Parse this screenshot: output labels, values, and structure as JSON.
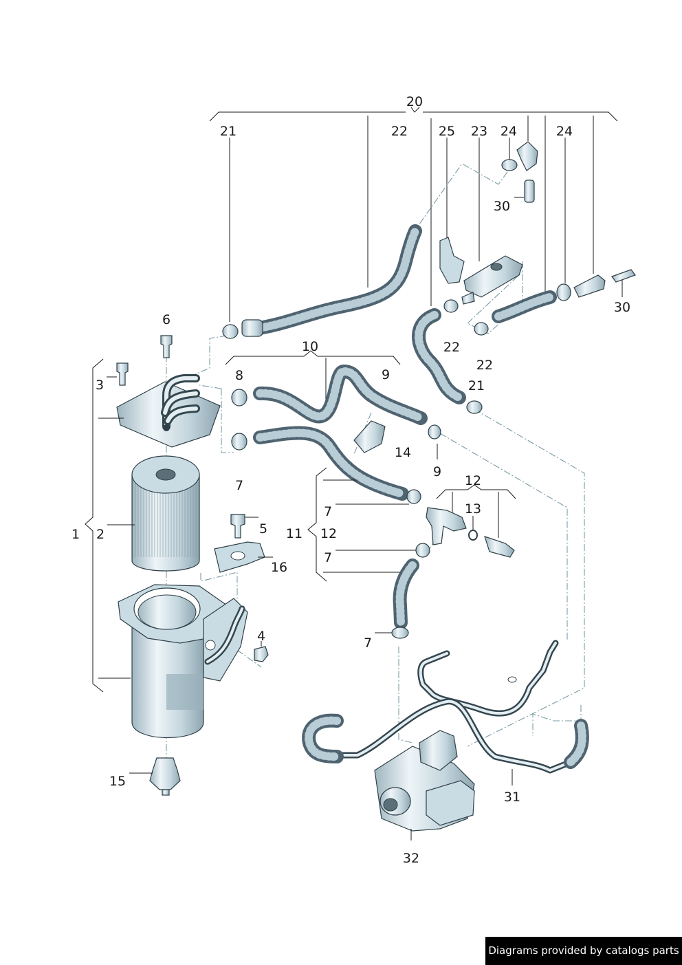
{
  "callouts": [
    {
      "id": "c20",
      "text": "20"
    },
    {
      "id": "c21a",
      "text": "21"
    },
    {
      "id": "c22a",
      "text": "22"
    },
    {
      "id": "c25",
      "text": "25"
    },
    {
      "id": "c23",
      "text": "23"
    },
    {
      "id": "c24a",
      "text": "24"
    },
    {
      "id": "c24b",
      "text": "24"
    },
    {
      "id": "c30a",
      "text": "30"
    },
    {
      "id": "c30b",
      "text": "30"
    },
    {
      "id": "c6",
      "text": "6"
    },
    {
      "id": "c22b",
      "text": "22"
    },
    {
      "id": "c22c",
      "text": "22"
    },
    {
      "id": "c21b",
      "text": "21"
    },
    {
      "id": "c10",
      "text": "10"
    },
    {
      "id": "c9a",
      "text": "9"
    },
    {
      "id": "c8",
      "text": "8"
    },
    {
      "id": "c3",
      "text": "3"
    },
    {
      "id": "c14",
      "text": "14"
    },
    {
      "id": "c9b",
      "text": "9"
    },
    {
      "id": "c7a",
      "text": "7"
    },
    {
      "id": "c12a",
      "text": "12"
    },
    {
      "id": "c13",
      "text": "13"
    },
    {
      "id": "c7b",
      "text": "7"
    },
    {
      "id": "c1",
      "text": "1"
    },
    {
      "id": "c2",
      "text": "2"
    },
    {
      "id": "c5",
      "text": "5"
    },
    {
      "id": "c11",
      "text": "11"
    },
    {
      "id": "c12b",
      "text": "12"
    },
    {
      "id": "c7c",
      "text": "7"
    },
    {
      "id": "c16",
      "text": "16"
    },
    {
      "id": "c4",
      "text": "4"
    },
    {
      "id": "c7d",
      "text": "7"
    },
    {
      "id": "c15",
      "text": "15"
    },
    {
      "id": "c31",
      "text": "31"
    },
    {
      "id": "c32",
      "text": "32"
    }
  ],
  "watermark": {
    "text": "Diagrams provided by catalogs parts"
  }
}
